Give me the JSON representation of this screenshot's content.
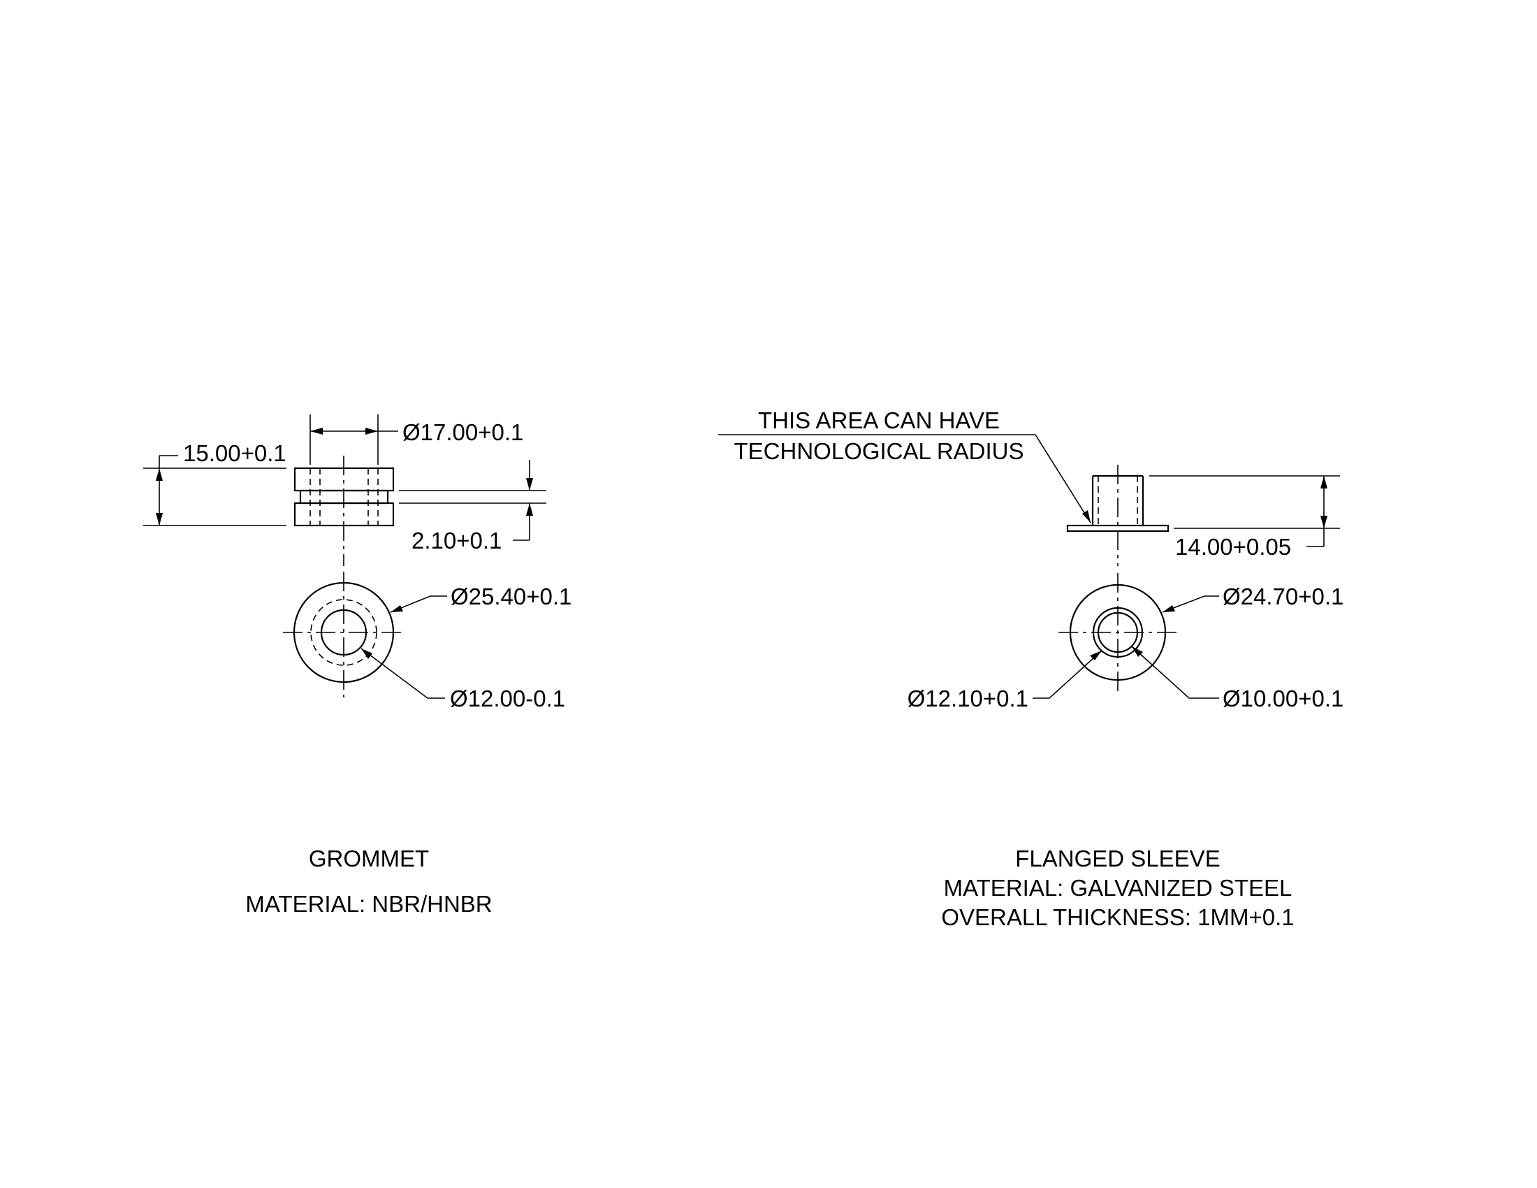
{
  "grommet": {
    "dim_height": "15.00+0.1",
    "dim_diameter_top": "Ø17.00+0.1",
    "dim_groove": "2.10+0.1",
    "dim_outer": "Ø25.40+0.1",
    "dim_inner": "Ø12.00-0.1",
    "title": "GROMMET",
    "material": "MATERIAL: NBR/HNBR"
  },
  "sleeve": {
    "note_line1": "THIS AREA CAN HAVE",
    "note_line2": "TECHNOLOGICAL RADIUS",
    "dim_height": "14.00+0.05",
    "dim_outer": "Ø24.70+0.1",
    "dim_bore_outer": "Ø12.10+0.1",
    "dim_bore_inner": "Ø10.00+0.1",
    "title": "FLANGED SLEEVE",
    "material": "MATERIAL: GALVANIZED STEEL",
    "thickness": "OVERALL THICKNESS: 1MM+0.1"
  }
}
